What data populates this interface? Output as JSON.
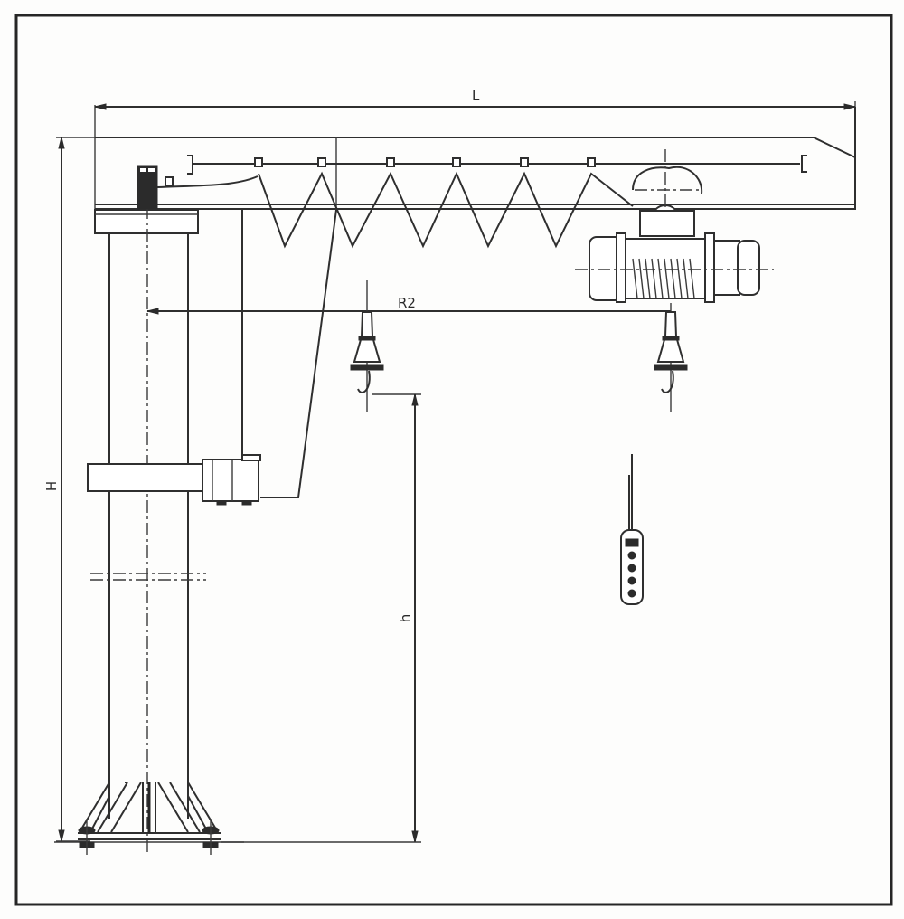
{
  "drawing": {
    "title": "Pillar jib crane general arrangement",
    "labels": {
      "span_length": "L",
      "working_radius": "R2",
      "total_height": "H",
      "lifting_height": "h"
    },
    "components": [
      "border-frame",
      "pillar-column",
      "base-plate-with-gussets",
      "anchor-bolts",
      "jib-arm",
      "festoon-cable-system",
      "slewing-motor",
      "slewing-drive-gearbox",
      "electric-wire-rope-hoist",
      "hook-block-min-radius",
      "hook-block-max-radius",
      "pendant-control"
    ],
    "colors": {
      "line": "#2f2f2f",
      "paper": "#fdfdfc"
    }
  }
}
